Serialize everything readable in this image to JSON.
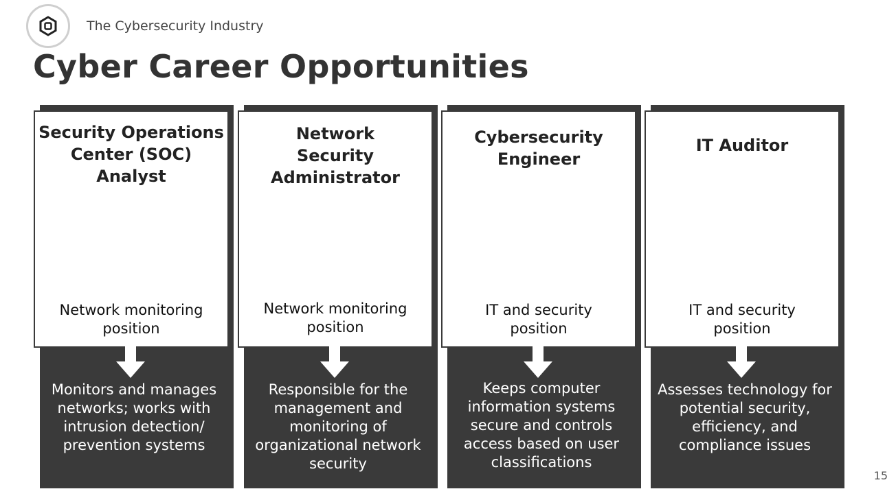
{
  "header": {
    "section_label": "The Cybersecurity Industry",
    "title": "Cyber Career Opportunities",
    "logo_icon": "hexagon-icon"
  },
  "cards": [
    {
      "title": "Security Operations\nCenter (SOC) Analyst",
      "type": "Network monitoring\nposition",
      "description": "Monitors and manages\nnetworks; works with\nintrusion detection/\nprevention systems"
    },
    {
      "title": "Network\nSecurity\nAdministrator",
      "type": "Network monitoring\nposition",
      "description": "Responsible for the\nmanagement and\nmonitoring of\norganizational network\nsecurity"
    },
    {
      "title": "Cybersecurity\nEngineer",
      "type": "IT and security\nposition",
      "description": "Keeps computer\ninformation systems\nsecure and controls\naccess based on user\nclassifications"
    },
    {
      "title": "IT Auditor",
      "type": "IT and security\nposition",
      "description": "Assesses technology for\npotential security,\nefficiency, and\ncompliance issues"
    }
  ],
  "footer": {
    "page_number": "15"
  },
  "colors": {
    "dark_panel": "#3a3a3a",
    "title_text": "#333333",
    "background": "#ffffff"
  }
}
